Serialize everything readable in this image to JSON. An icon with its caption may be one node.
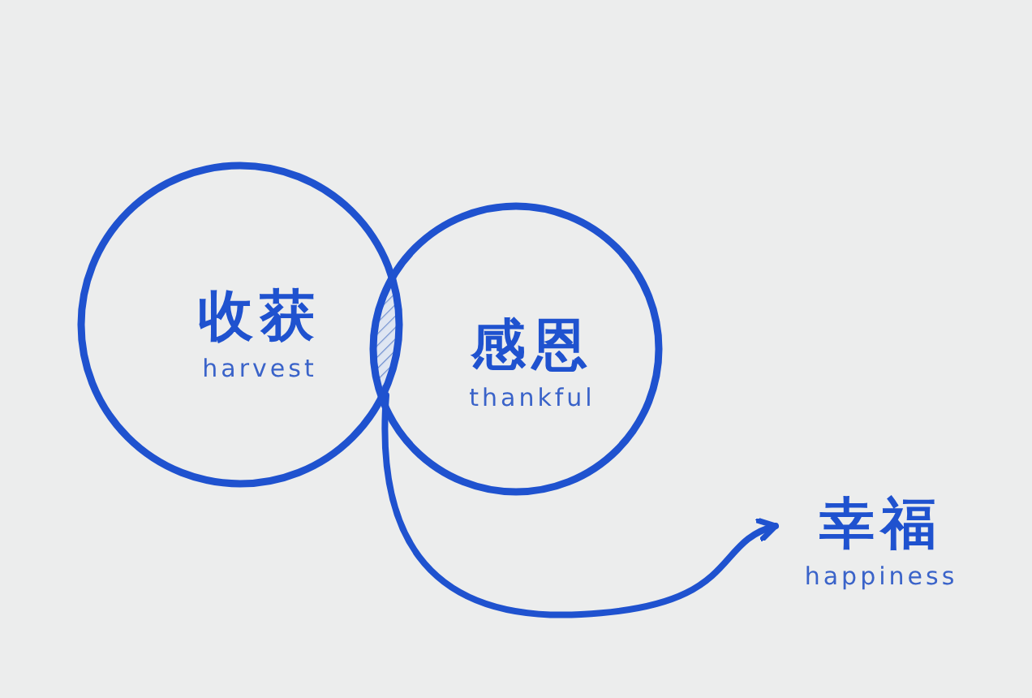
{
  "diagram": {
    "nodes": [
      {
        "text": [
          "收获",
          "harvest"
        ]
      },
      {
        "text": [
          "感恩",
          "thankful"
        ]
      },
      {
        "text": [],
        "shape": "lens"
      },
      {
        "text": [
          "幸福",
          "happiness"
        ]
      }
    ],
    "edges": [
      {
        "from": 2,
        "to": 3,
        "arrow": "to"
      }
    ]
  }
}
